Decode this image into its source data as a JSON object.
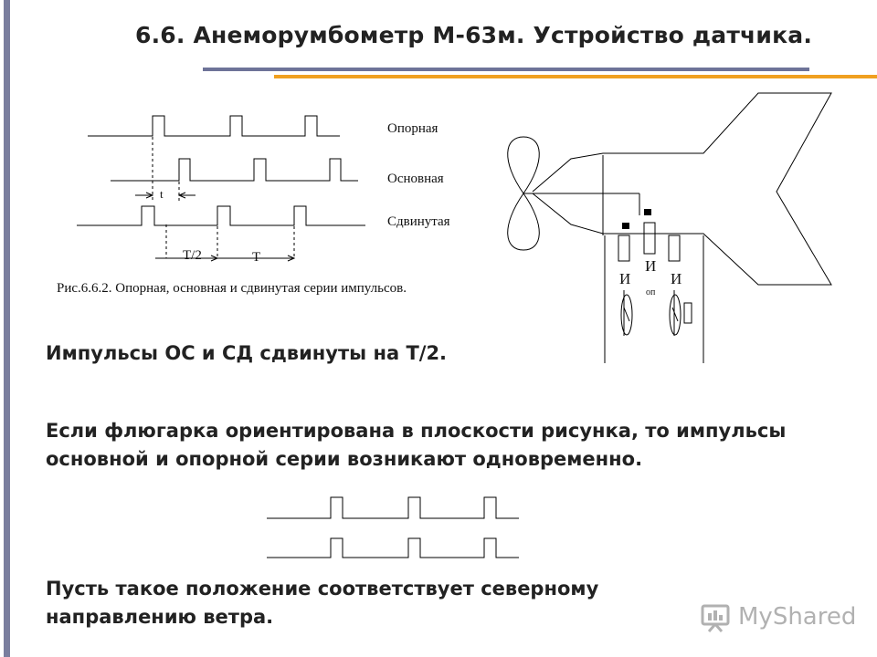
{
  "title": "6.6. Анеморумбометр М-63м. Устройство датчика.",
  "colors": {
    "left_bar": "#7a7e9e",
    "rule_blue": "#6e7398",
    "rule_orange": "#f0a020"
  },
  "pulse_diagram": {
    "series_labels": {
      "reference": "Опорная",
      "main": "Основная",
      "shifted": "Сдвинутая"
    },
    "t_label": "t",
    "half_period_label": "T/2",
    "period_label": "T",
    "caption": "Рис.6.6.2. Опорная, основная и сдвинутая серии импульсов."
  },
  "sensor_diagram": {
    "left_coil_label": "И",
    "center_coil_label": "И",
    "center_coil_sub": "оп",
    "right_coil_label": "И"
  },
  "text1": "Импульсы ОС и СД сдвинуты на Т/2.",
  "text2": "Если флюгарка ориентирована в плоскости рисунка, то импульсы основной и опорной серии возникают одновременно.",
  "text3": "Пусть такое положение соответствует северному направлению ветра.",
  "watermark": {
    "text": "MyShared",
    "icon": "presentation-board-icon"
  }
}
